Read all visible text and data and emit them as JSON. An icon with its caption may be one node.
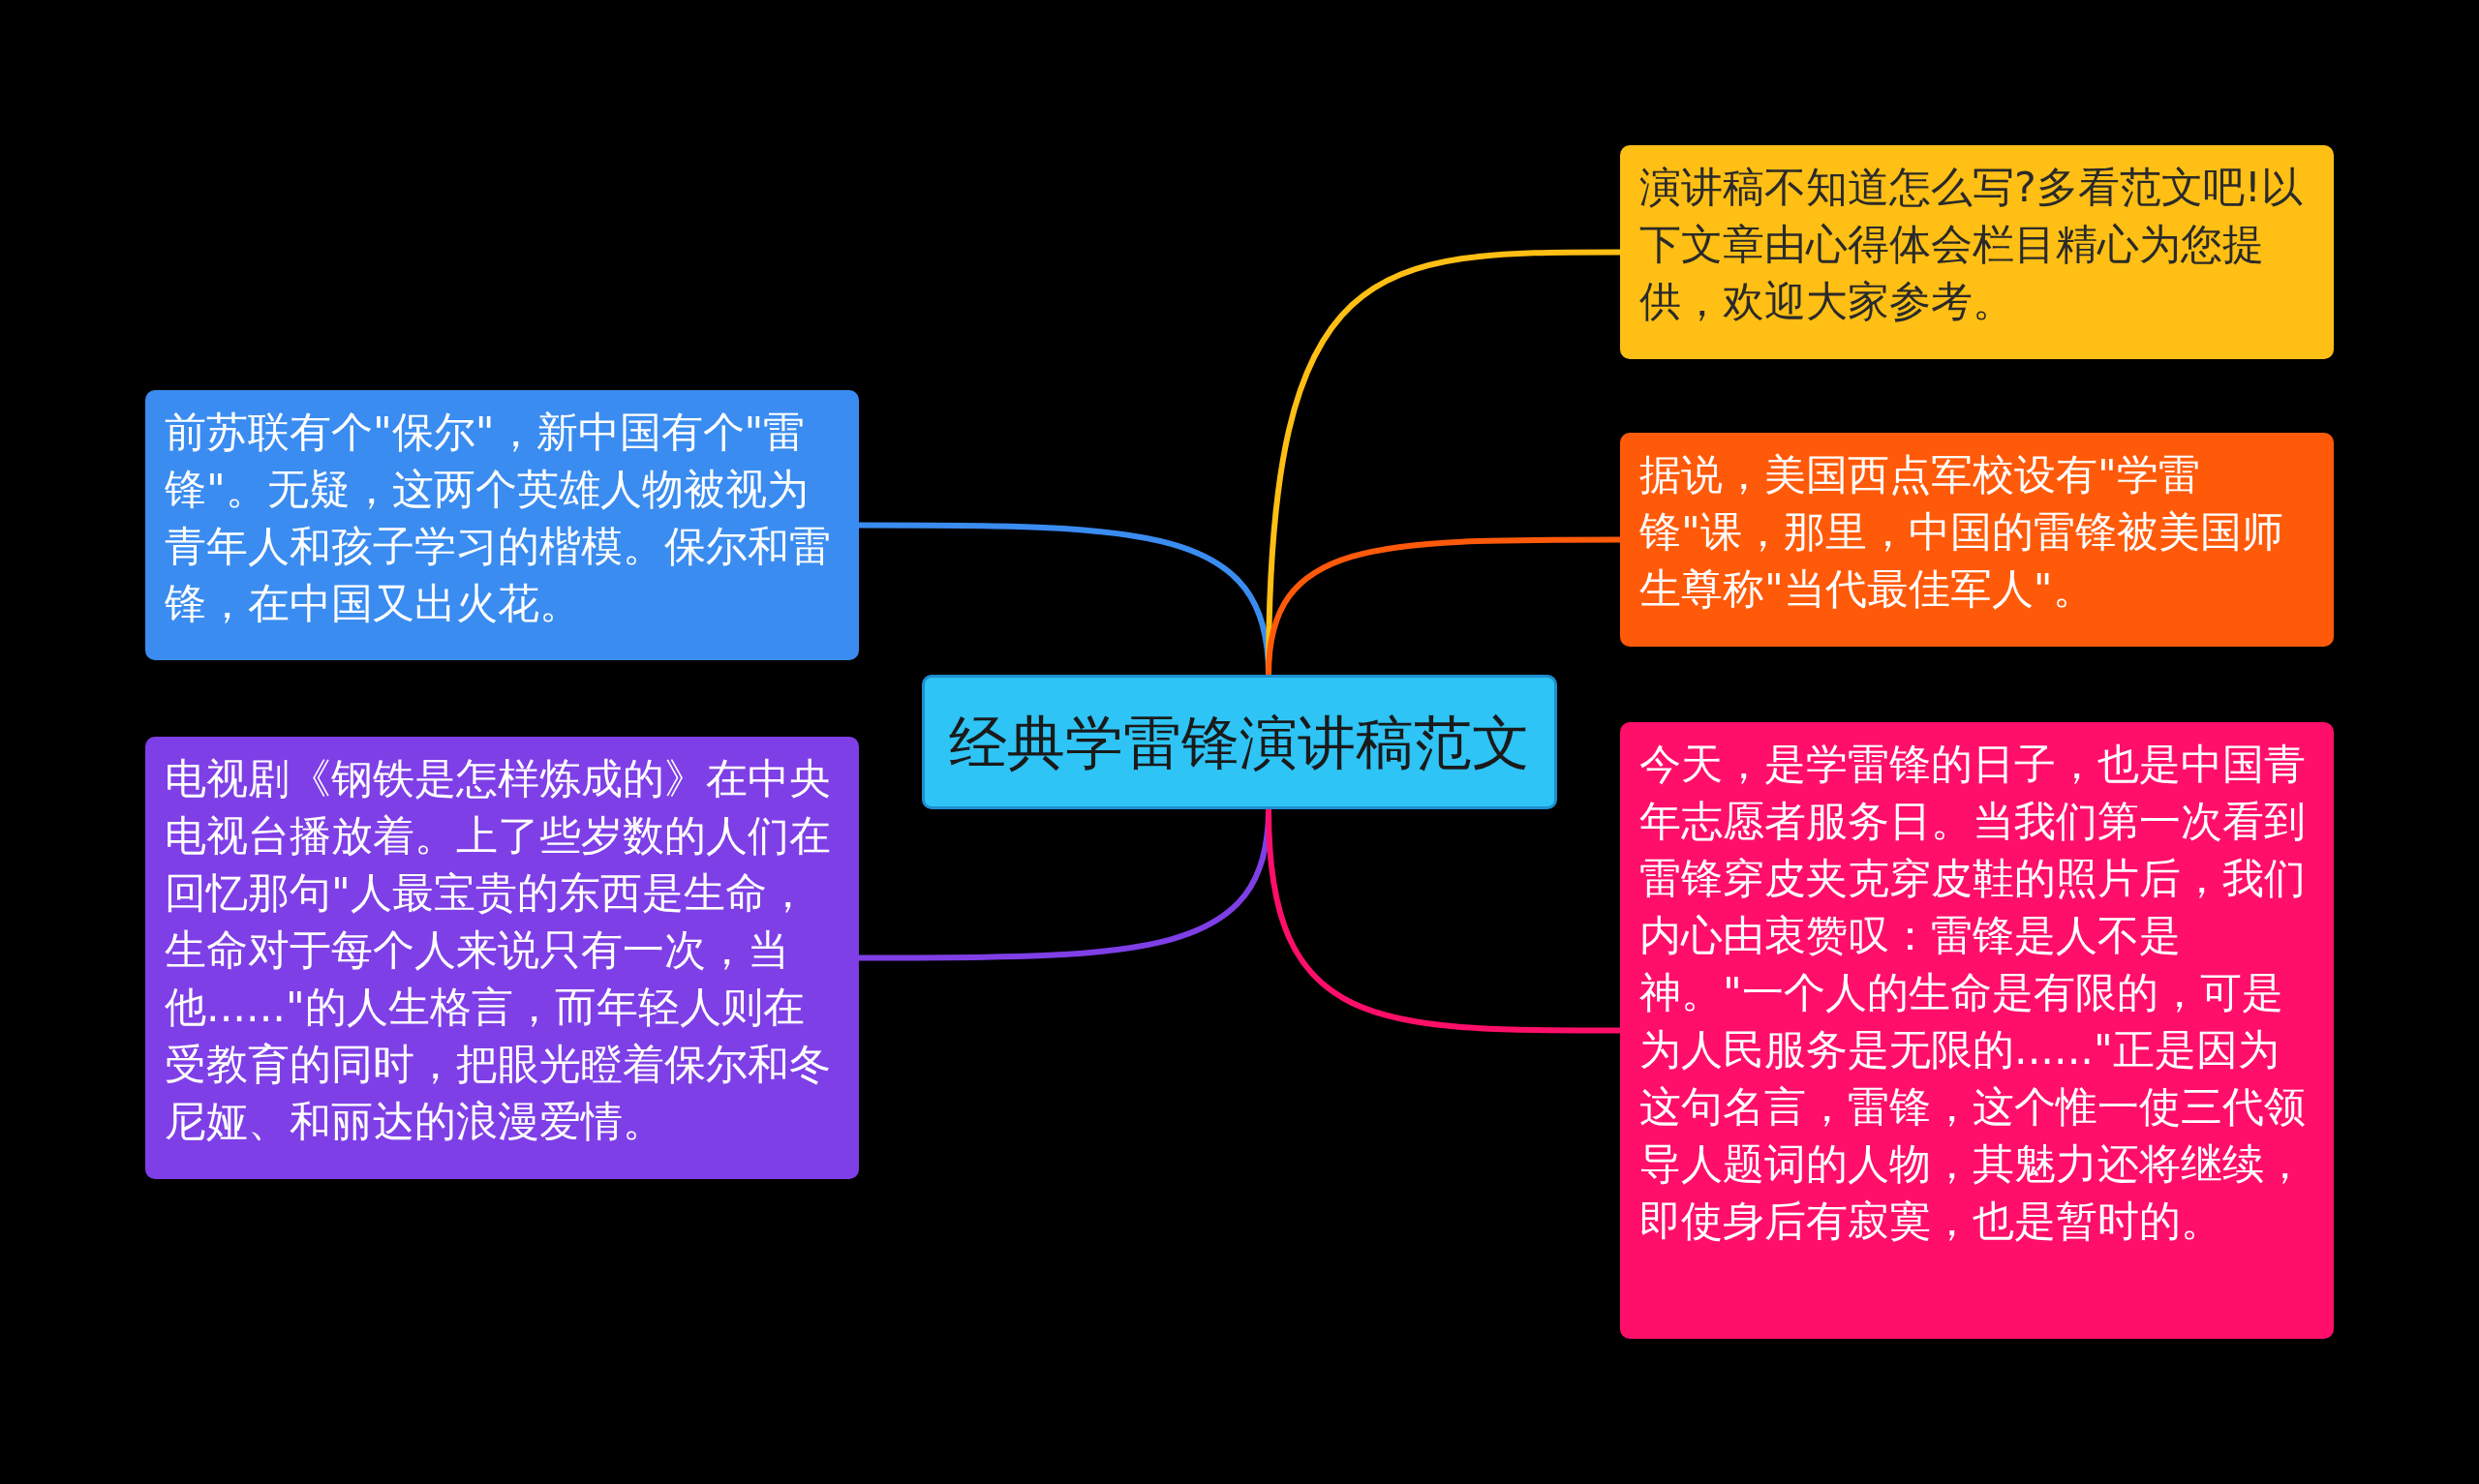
{
  "diagram": {
    "nodes": [
      {
        "text": [
          "经典学雷锋演讲稿范文"
        ]
      },
      {
        "text": [
          "前苏联有个\"保尔\"，新中国有个\"雷锋\"。无疑，这两个英雄人物被视为青年人和孩子学习的楷模。保尔和雷锋，在中国又出火花。"
        ]
      },
      {
        "text": [
          "电视剧《钢铁是怎样炼成的》在中央电视台播放着。上了些岁数的人们在回忆那句\"人最宝贵的东西是生命，生命对于每个人来说只有一次，当他......\"的人生格言，而年轻人则在受教育的同时，把眼光瞪着保尔和冬尼娅、和丽达的浪漫爱情。"
        ]
      },
      {
        "text": [
          "演讲稿不知道怎么写?多看范文吧!以下文章由心得体会栏目精心为您提供，欢迎大家参考。"
        ]
      },
      {
        "text": [
          "据说，美国西点军校设有\"学雷锋\"课，那里，中国的雷锋被美国师生尊称\"当代最佳军人\"。"
        ]
      },
      {
        "text": [
          "今天，是学雷锋的日子，也是中国青年志愿者服务日。当我们第一次看到雷锋穿皮夹克穿皮鞋的照片后，我们内心由衷赞叹：雷锋是人不是神。\"一个人的生命是有限的，可是为人民服务是无限的......\"正是因为这句名言，雷锋，这个惟一使三代领导人题词的人物，其魅力还将继续，即使身后有寂寞，也是暂时的。"
        ]
      }
    ],
    "edges": [
      {
        "from": 0,
        "to": 1,
        "arrow": "none",
        "color": "#3a8cf0"
      },
      {
        "from": 0,
        "to": 2,
        "arrow": "none",
        "color": "#7f3fe6"
      },
      {
        "from": 0,
        "to": 3,
        "arrow": "none",
        "color": "#ffbf14"
      },
      {
        "from": 0,
        "to": 4,
        "arrow": "none",
        "color": "#ff5a0a"
      },
      {
        "from": 0,
        "to": 5,
        "arrow": "none",
        "color": "#ff0f6a"
      }
    ]
  }
}
